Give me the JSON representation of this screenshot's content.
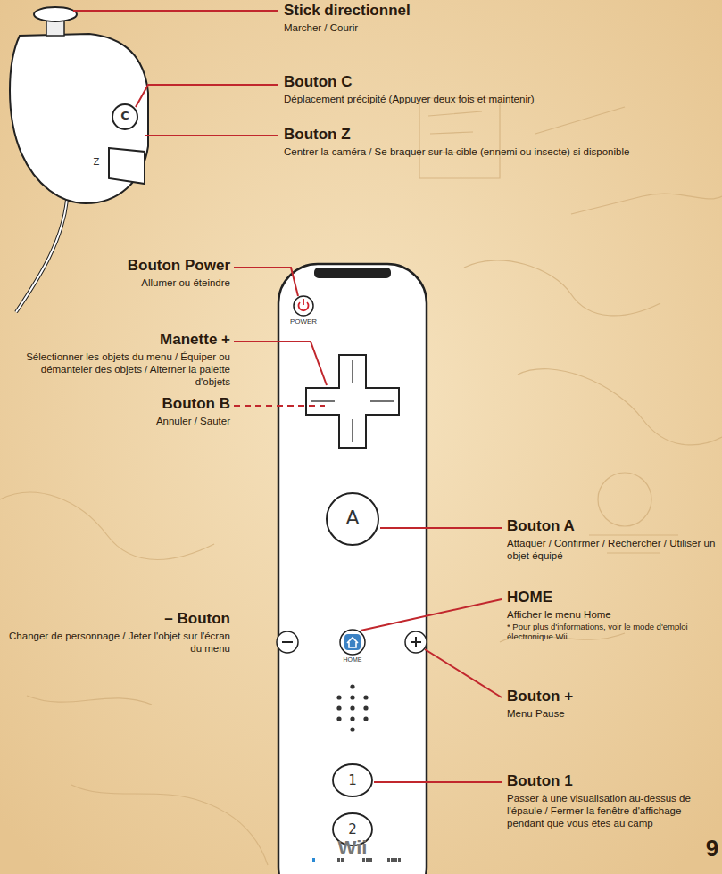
{
  "diagram": {
    "labels": [
      "Stick directionnel",
      "Marcher / Courir",
      "Bouton C",
      "Déplacement précipité (Appuyer deux fois et maintenir)",
      "Bouton Z",
      "Centrer la caméra / Se braquer sur la cible (ennemi ou insecte) si disponible",
      "Bouton Power",
      "Allumer ou éteindre",
      "Manette +",
      "Sélectionner les objets du menu / Équiper ou démanteler des objets / Alterner la palette d'objets",
      "Bouton B",
      "Annuler / Sauter",
      "Bouton A",
      "Attaquer / Confirmer / Rechercher / Utiliser un objet équipé",
      "HOME",
      "Afficher le menu Home",
      "* Pour plus d'informations, voir le mode d'emploi électronique Wii.",
      "– Bouton",
      "Changer de personnage / Jeter l'objet sur l'écran du menu",
      "Bouton +",
      "Menu Pause",
      "Bouton 1",
      "Passer à une visualisation au-dessus de l'épaule / Fermer la fenêtre d'affichage pendant que vous êtes au camp",
      "C",
      "Z",
      "POWER",
      "A",
      "HOME",
      "1",
      "2",
      "Wii",
      "9"
    ]
  }
}
